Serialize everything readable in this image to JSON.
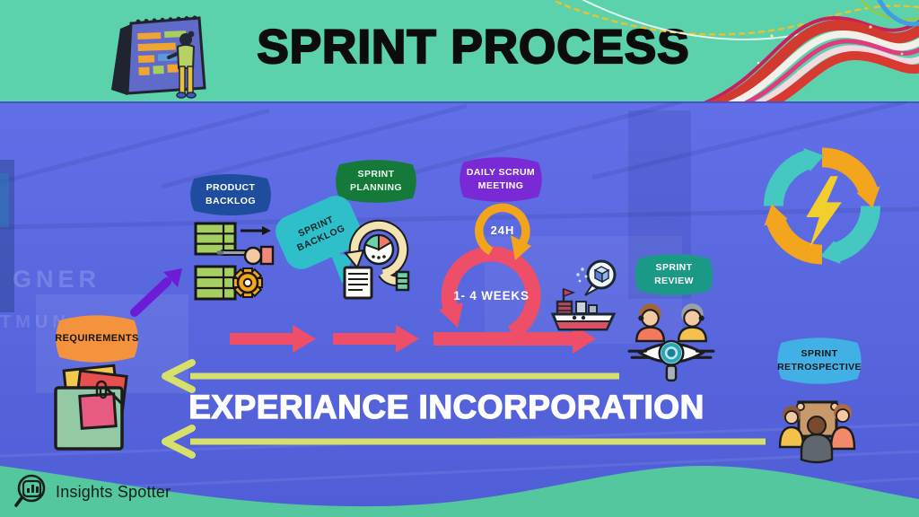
{
  "header": {
    "title": "SPRINT PROCESS"
  },
  "stages": {
    "requirements": {
      "label": "REQUIREMENTS",
      "fill": "#f5923e",
      "text": "#161616"
    },
    "product_backlog": {
      "label": "PRODUCT BACKLOG",
      "fill": "#1d4d9c",
      "text": "#ffffff"
    },
    "sprint_planning": {
      "label": "SPRINT PLANNING",
      "fill": "#15793a",
      "text": "#e9f8ef"
    },
    "sprint_backlog": {
      "label": "SPRINT BACKLOG",
      "fill": "#2fbfca",
      "text": "#0f2629"
    },
    "daily_scrum": {
      "label": "DAILY SCRUM MEETING",
      "fill": "#7a2ad4",
      "text": "#ffffff"
    },
    "sprint_review": {
      "label": "SPRINT REVIEW",
      "fill": "#1a9a86",
      "text": "#ffffff"
    },
    "sprint_retrospective": {
      "label": "SPRINT RETROSPECTIVE",
      "fill": "#41b1e5",
      "text": "#161616"
    }
  },
  "loops": {
    "daily_label": "24H",
    "sprint_label": "1- 4 WEEKS"
  },
  "banner": {
    "text": "EXPERIANCE INCORPORATION"
  },
  "logo": {
    "text": "Insights Spotter"
  },
  "background_text": {
    "line1": "GNER",
    "line2": "TMUN"
  },
  "colors": {
    "banner_green": "#5bd2ac",
    "wave_green": "#55c79e",
    "background_blue": "#5a68e0",
    "background_blue_hi": "#6673ec",
    "background_blue_lo": "#4f5ed6",
    "red_arrow": "#ef4e68",
    "yellow_arrow": "#d6e06b",
    "purple_arrow": "#6d1cd6",
    "orange_loop": "#f2a41c"
  }
}
